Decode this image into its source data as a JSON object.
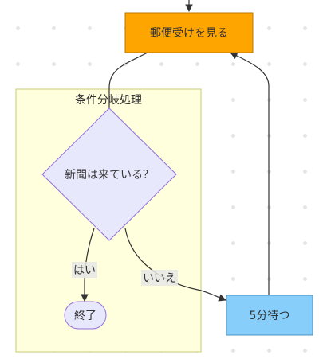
{
  "nodes": {
    "check_mailbox": {
      "label": "郵便受けを見る",
      "color": "#ffa500"
    },
    "wait": {
      "label": "5分待つ",
      "color": "#87cefa"
    },
    "decision": {
      "label": "新聞は来ている？",
      "color": "#e8e8fc"
    },
    "end": {
      "label": "終了",
      "color": "#e8e8fc"
    }
  },
  "subgraph": {
    "title": "条件分岐処理",
    "color": "#ffffde"
  },
  "edges": {
    "yes_label": "はい",
    "no_label": "いいえ"
  }
}
